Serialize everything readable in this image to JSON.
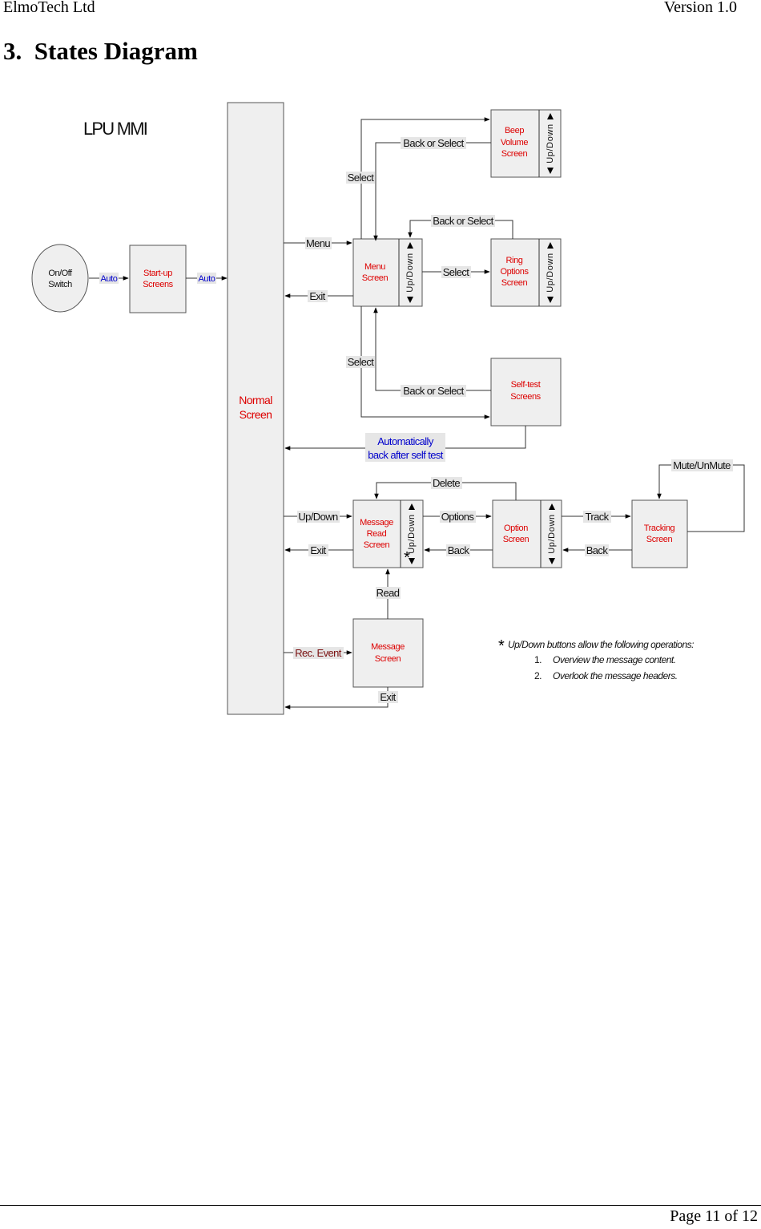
{
  "header": {
    "company": "ElmoTech Ltd",
    "version": "Version 1.0"
  },
  "section": {
    "number": "3.",
    "title": "States Diagram"
  },
  "footer": {
    "page": "Page 11 of 12"
  },
  "diagram": {
    "title": "LPU MMI",
    "states": {
      "on_off_switch": [
        "On/Off",
        "Switch"
      ],
      "startup_screens": [
        "Start-up",
        "Screens"
      ],
      "normal_screen": [
        "Normal",
        "Screen"
      ],
      "menu_screen": [
        "Menu",
        "Screen"
      ],
      "beep_volume_screen": [
        "Beep",
        "Volume",
        "Screen"
      ],
      "ring_options_screen": [
        "Ring",
        "Options",
        "Screen"
      ],
      "selftest_screens": [
        "Self-test",
        "Screens"
      ],
      "message_read_screen": [
        "Message",
        "Read",
        "Screen"
      ],
      "option_screen": [
        "Option",
        "Screen"
      ],
      "tracking_screen": [
        "Tracking",
        "Screen"
      ],
      "message_screen": [
        "Message",
        "Screen"
      ]
    },
    "updown_label": "Up/Down",
    "transitions": {
      "auto1": "Auto",
      "auto2": "Auto",
      "menu": "Menu",
      "exit_menu": "Exit",
      "select_beep": "Select",
      "back_beep": "Back or Select",
      "back_ring": "Back or Select",
      "select_ring": "Select",
      "select_selftest": "Select",
      "back_selftest": "Back or Select",
      "auto_back": [
        "Automatically",
        "back after self test"
      ],
      "updown": "Up/Down",
      "exit_msgread": "Exit",
      "options": "Options",
      "back_option": "Back",
      "delete": "Delete",
      "track": "Track",
      "back_track": "Back",
      "mute": "Mute/UnMute",
      "read": "Read",
      "rec_event": "Rec. Event",
      "exit_message": "Exit"
    },
    "asterisk": "*",
    "note": {
      "star": "*",
      "heading": "Up/Down buttons allow the following operations:",
      "items": [
        {
          "num": "1.",
          "text": "Overview the message content."
        },
        {
          "num": "2.",
          "text": "Overlook the message headers."
        }
      ]
    }
  }
}
